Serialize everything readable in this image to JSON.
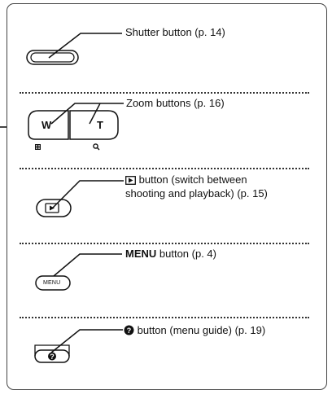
{
  "items": [
    {
      "name": "shutter",
      "text": "Shutter button (p. 14)"
    },
    {
      "name": "zoom",
      "text": "Zoom buttons (p. 16)",
      "wide_key": "W",
      "tele_key": "T"
    },
    {
      "name": "playback",
      "text_line1": "button (switch between",
      "text_line2": "shooting and playback) (p. 15)"
    },
    {
      "name": "menu",
      "bold": "MENU",
      "text": " button (p. 4)",
      "key": "MENU"
    },
    {
      "name": "guide",
      "text": "button (menu guide) (p. 19)"
    }
  ],
  "icons": [
    "play-icon",
    "grid-icon",
    "magnifier-icon",
    "question-icon"
  ]
}
